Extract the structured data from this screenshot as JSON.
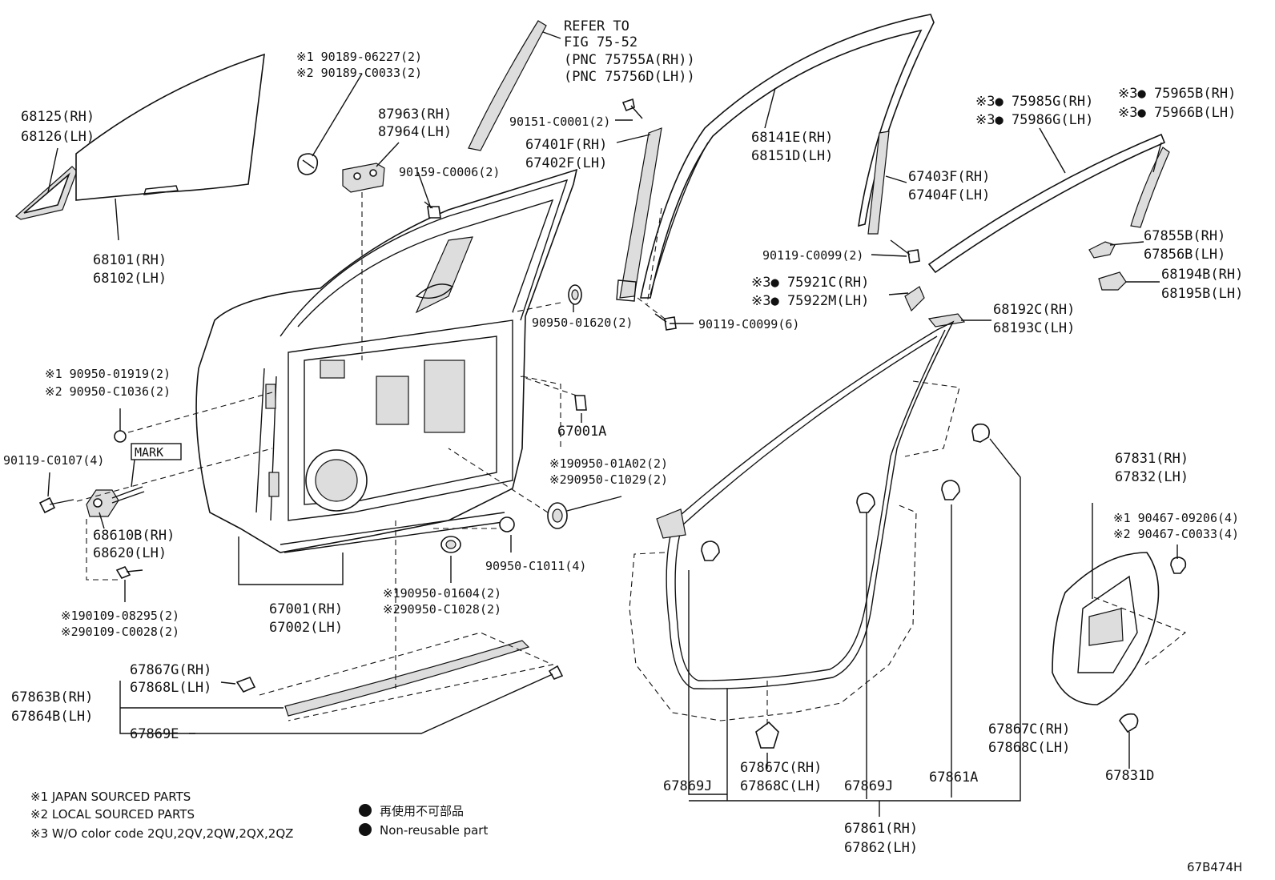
{
  "labels": {
    "p68125": "68125(RH)",
    "p68126": "68126(LH)",
    "p68101": "68101(RH)",
    "p68102": "68102(LH)",
    "p90189a": "※1 90189-06227(2)",
    "p90189b": "※2 90189-C0033(2)",
    "p87963": "87963(RH)",
    "p87964": "87964(LH)",
    "p90159": "90159-C0006(2)",
    "refer1": "REFER TO",
    "refer2": "FIG 75-52",
    "refer3": "(PNC 75755A(RH))",
    "refer4": "(PNC 75756D(LH))",
    "p90151": "90151-C0001(2)",
    "p67401": "67401F(RH)",
    "p67402": "67402F(LH)",
    "p68141": "68141E(RH)",
    "p68151": "68151D(LH)",
    "p67403": "67403F(RH)",
    "p67404": "67404F(LH)",
    "p90119a": "90119-C0099(2)",
    "p75985": "※3● 75985G(RH)",
    "p75986": "※3● 75986G(LH)",
    "p75965": "※3● 75965B(RH)",
    "p75966": "※3● 75966B(LH)",
    "p67855": "67855B(RH)",
    "p67856": "67856B(LH)",
    "p68194": "68194B(RH)",
    "p68195": "68195B(LH)",
    "p75921": "※3● 75921C(RH)",
    "p75922": "※3● 75922M(LH)",
    "p68192": "68192C(RH)",
    "p68193": "68193C(LH)",
    "p90950a": "90950-01620(2)",
    "p90119b": "90119-C0099(6)",
    "p90950b1": "※1 90950-01919(2)",
    "p90950b2": "※2 90950-C1036(2)",
    "p67001a": "67001A",
    "p90119c": "90119-C0107(4)",
    "mark": "MARK",
    "p90950c1": "※190950-01A02(2)",
    "p90950c2": "※290950-C1029(2)",
    "p68610": "68610B(RH)",
    "p68620": "68620(LH)",
    "p90950d": "90950-C1011(4)",
    "p90109a": "※190109-08295(2)",
    "p90109b": "※290109-C0028(2)",
    "p67001": "67001(RH)",
    "p67002": "67002(LH)",
    "p90950e1": "※190950-01604(2)",
    "p90950e2": "※290950-C1028(2)",
    "p67867g": "67867G(RH)",
    "p67868l": "67868L(LH)",
    "p67863": "67863B(RH)",
    "p67864": "67864B(LH)",
    "p67869e": "67869E",
    "p67831": "67831(RH)",
    "p67832": "67832(LH)",
    "p90467a": "※1 90467-09206(4)",
    "p90467b": "※2 90467-C0033(4)",
    "p67867c1": "67867C(RH)",
    "p67868c1": "67868C(LH)",
    "p67867c2": "67867C(RH)",
    "p67868c2": "67868C(LH)",
    "p67869j1": "67869J",
    "p67869j2": "67869J",
    "p67861a": "67861A",
    "p67831d": "67831D",
    "p67861": "67861(RH)",
    "p67862": "67862(LH)"
  },
  "notes": {
    "n1": "※1  JAPAN SOURCED PARTS",
    "n2": "※2  LOCAL SOURCED PARTS",
    "n3": "※3  W/O color code 2QU,2QV,2QW,2QX,2QZ",
    "jp": "再使用不可部品",
    "en": "Non-reusable part"
  },
  "figure_id": "67B474H"
}
